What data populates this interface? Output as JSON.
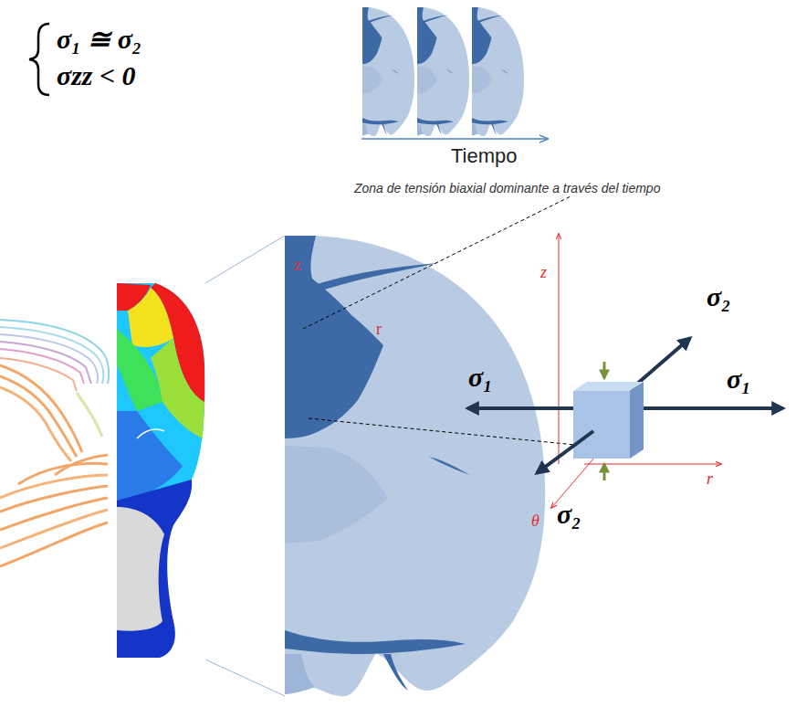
{
  "diagram": {
    "labels": [
      "σ₁ ≅ σ₂",
      "σzz < 0",
      "Tiempo",
      "Zona de tensión biaxial dominante a través del tiempo",
      "z",
      "r",
      "z",
      "σ₁",
      "σ₁",
      "σ₂",
      "σ₂",
      "r",
      "θ"
    ]
  }
}
